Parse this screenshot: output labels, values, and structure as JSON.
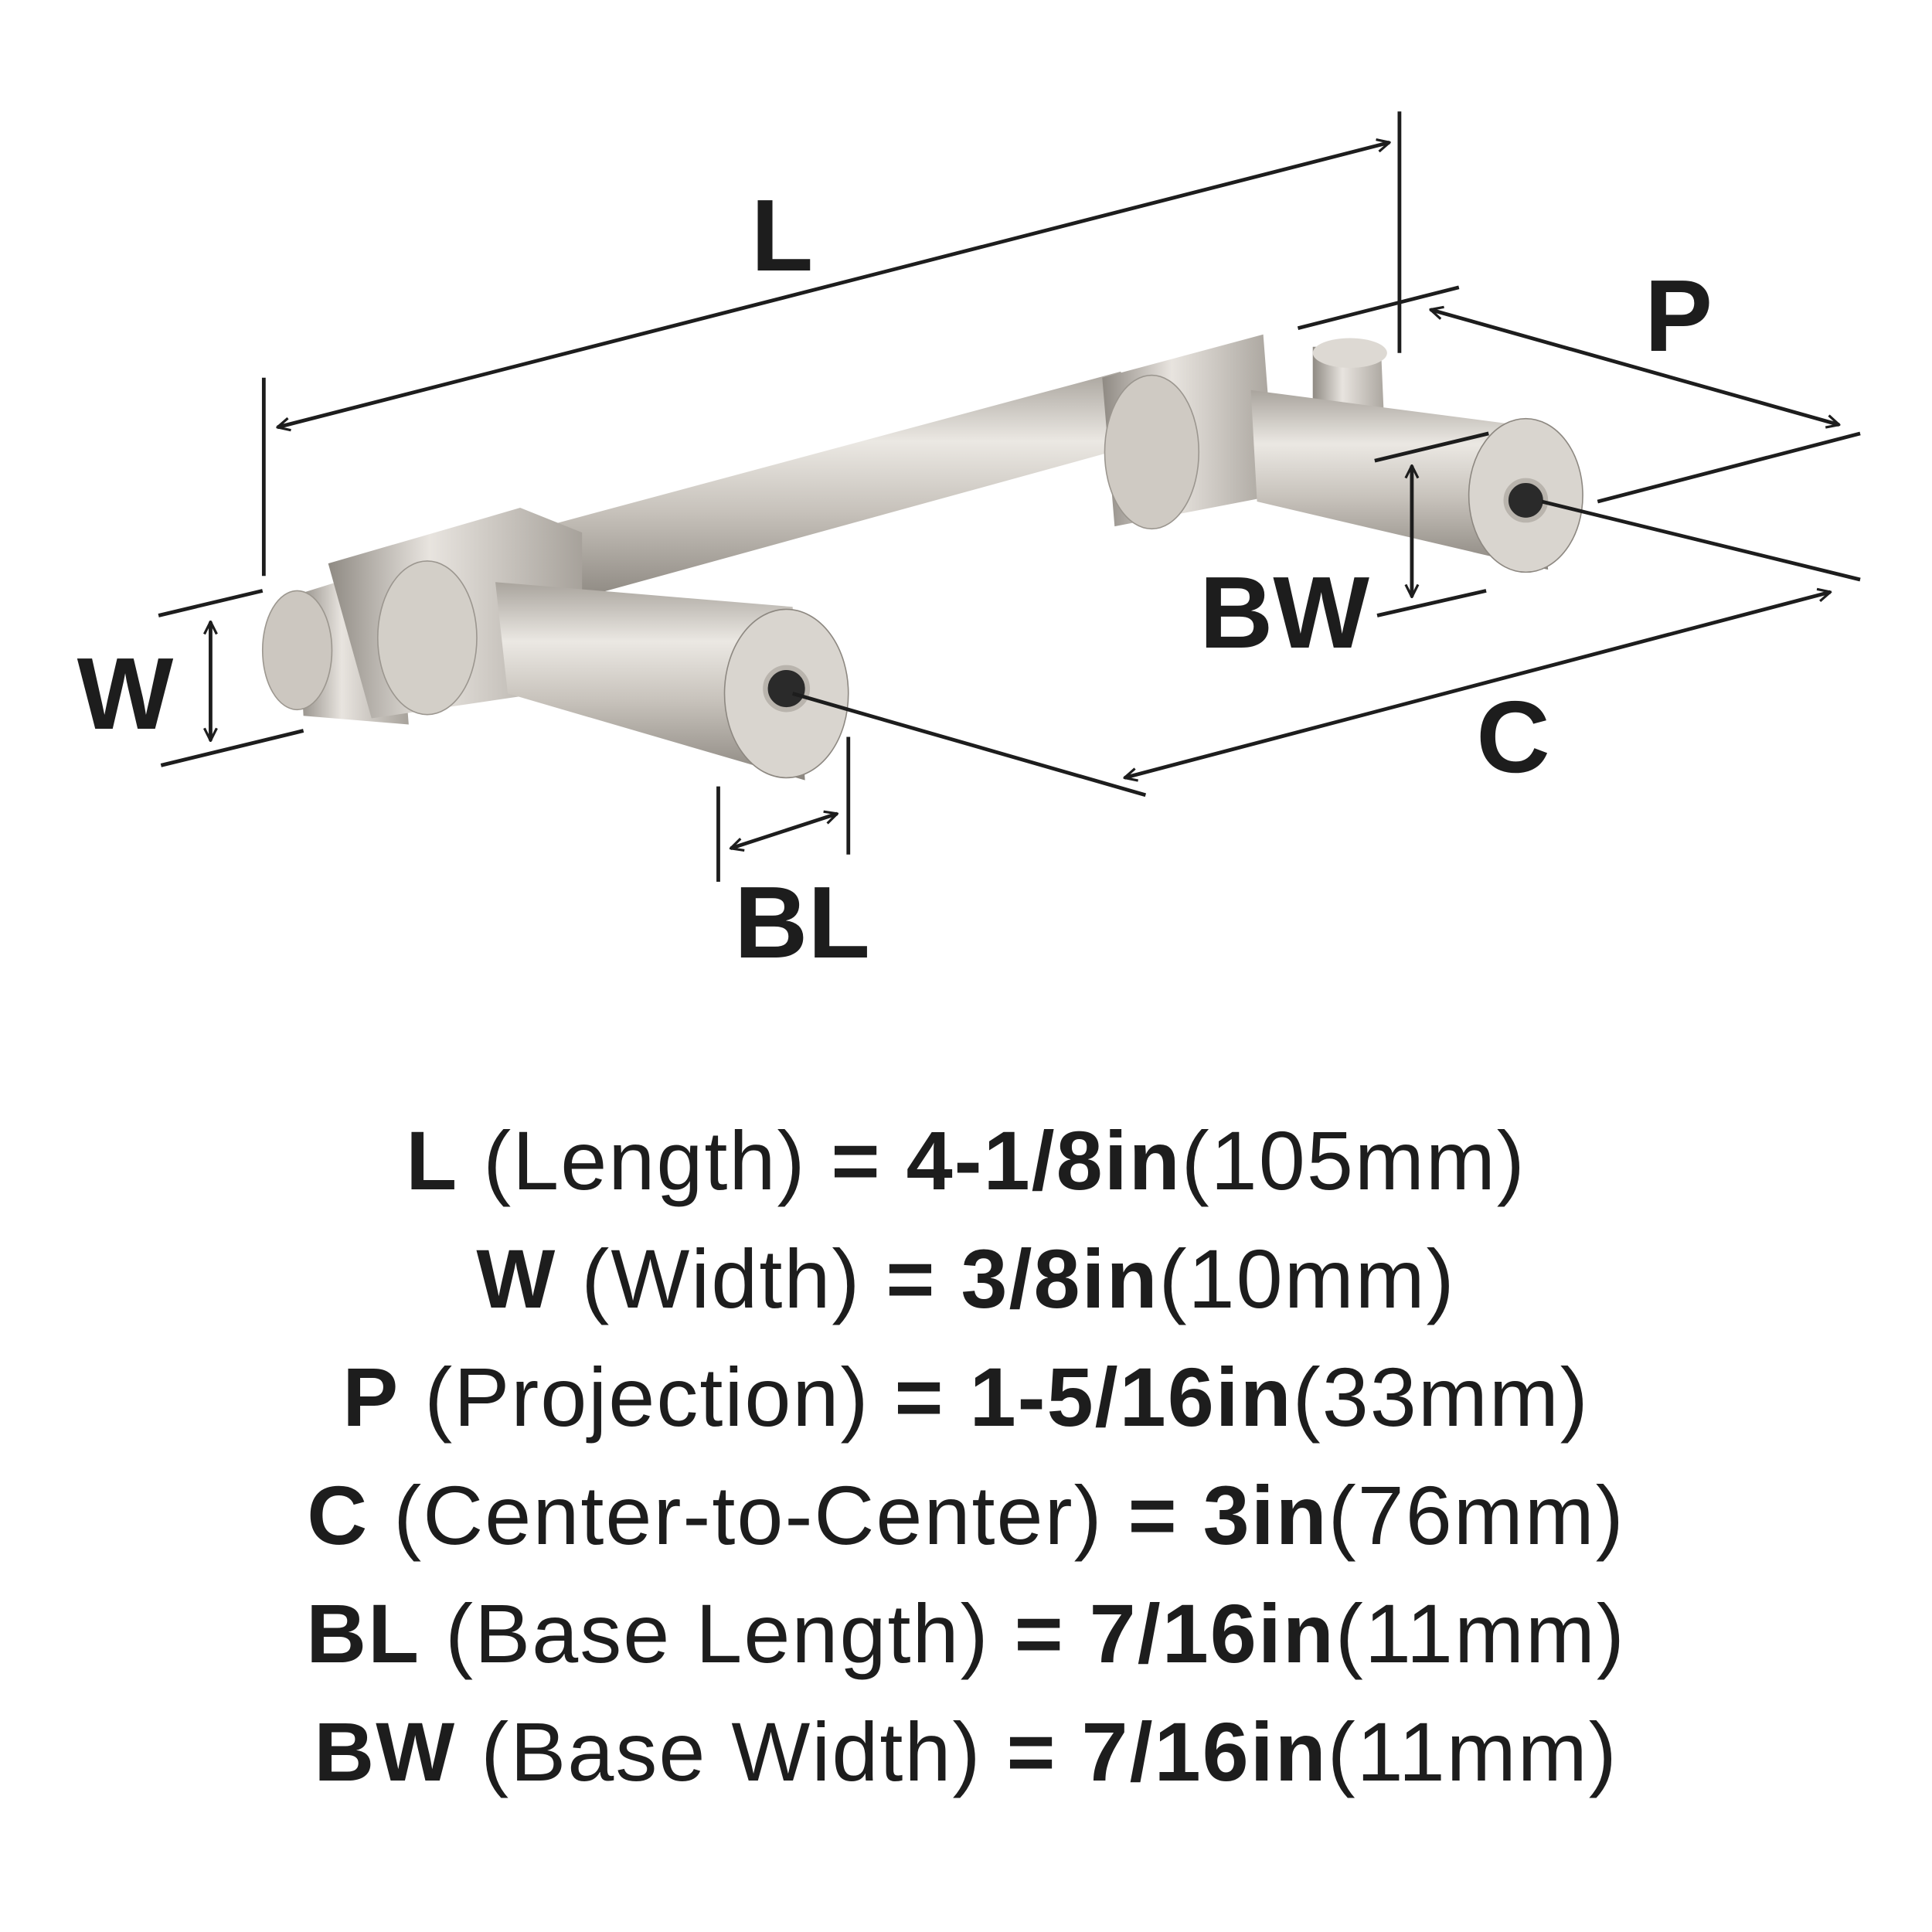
{
  "diagram": {
    "labels": {
      "L": "L",
      "W": "W",
      "P": "P",
      "C": "C",
      "BL": "BL",
      "BW": "BW"
    },
    "colors": {
      "ink": "#1d1d1d",
      "metal_light": "#e6e2dd",
      "metal_mid": "#bdb8b1",
      "metal_dark": "#8a857e"
    }
  },
  "specs": [
    {
      "code": "L",
      "name": "(Length)",
      "eq": "=",
      "imperial": "4-1/8in",
      "metric": "(105mm)"
    },
    {
      "code": "W",
      "name": "(Width)",
      "eq": "=",
      "imperial": "3/8in",
      "metric": "(10mm)"
    },
    {
      "code": "P",
      "name": "(Projection)",
      "eq": "=",
      "imperial": "1-5/16in",
      "metric": "(33mm)"
    },
    {
      "code": "C",
      "name": "(Center-to-Center)",
      "eq": "=",
      "imperial": "3in",
      "metric": "(76mm)"
    },
    {
      "code": "BL",
      "name": "(Base Length)",
      "eq": "=",
      "imperial": "7/16in",
      "metric": "(11mm)"
    },
    {
      "code": "BW",
      "name": "(Base Width)",
      "eq": "=",
      "imperial": "7/16in",
      "metric": "(11mm)"
    }
  ]
}
